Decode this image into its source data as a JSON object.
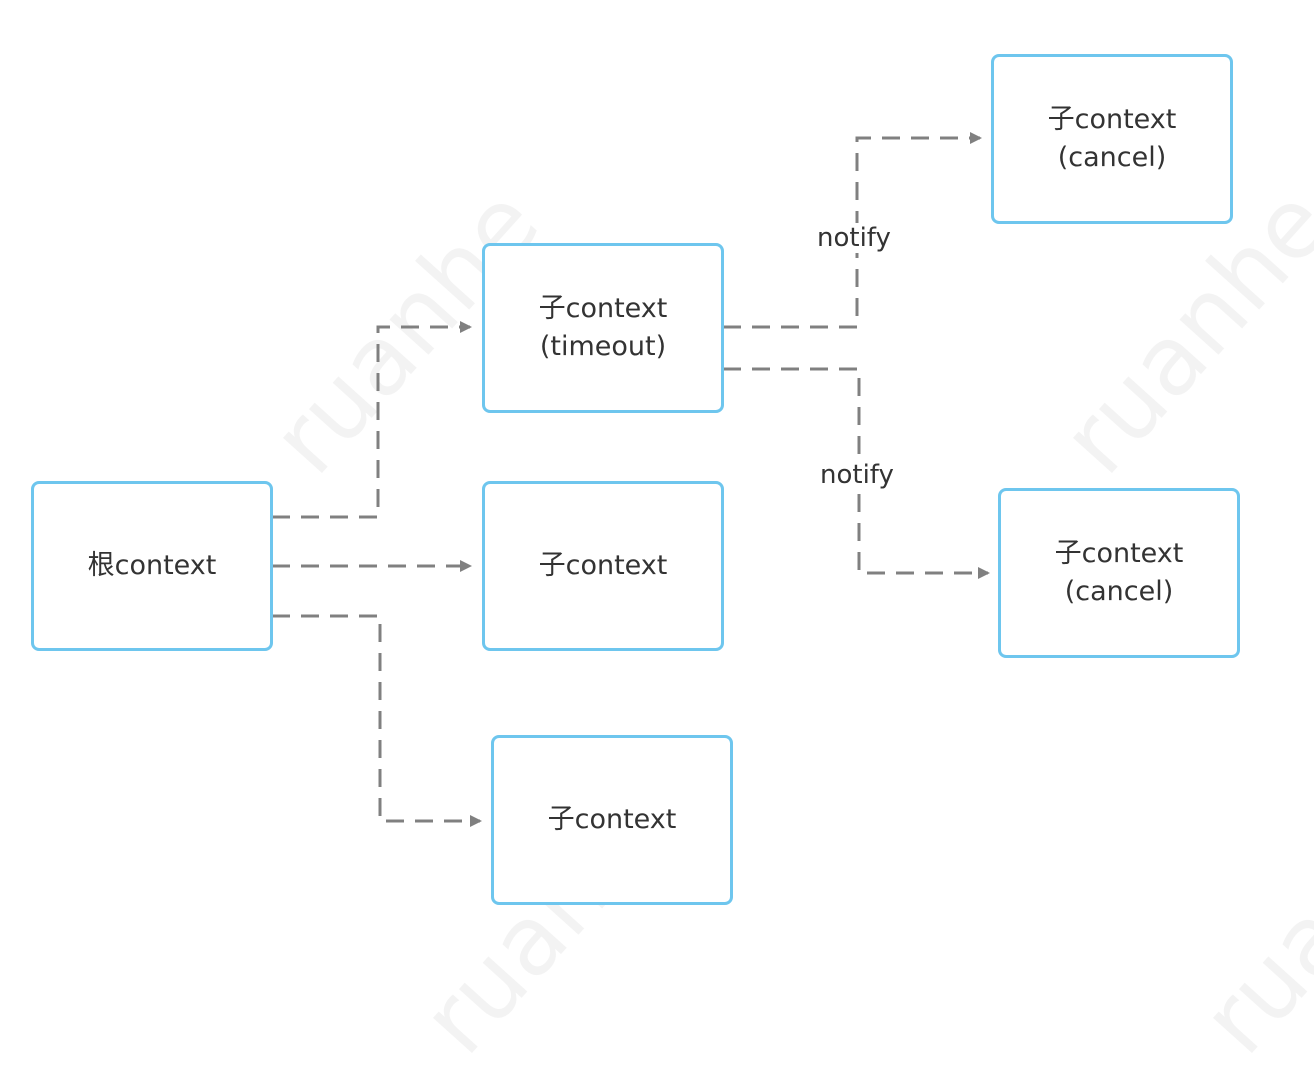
{
  "colors": {
    "node_border": "#6ec6ee",
    "edge": "#808080",
    "text": "#333333"
  },
  "watermark": "ruanhe",
  "nodes": {
    "root": {
      "lines": [
        "根context"
      ]
    },
    "timeout_child": {
      "lines": [
        "子context",
        "(timeout)"
      ]
    },
    "middle_child": {
      "lines": [
        "子context"
      ]
    },
    "bottom_child": {
      "lines": [
        "子context"
      ]
    },
    "cancel_top": {
      "lines": [
        "子context",
        "(cancel)"
      ]
    },
    "cancel_bottom": {
      "lines": [
        "子context",
        "(cancel)"
      ]
    }
  },
  "edge_labels": {
    "notify_top": "notify",
    "notify_bottom": "notify"
  }
}
